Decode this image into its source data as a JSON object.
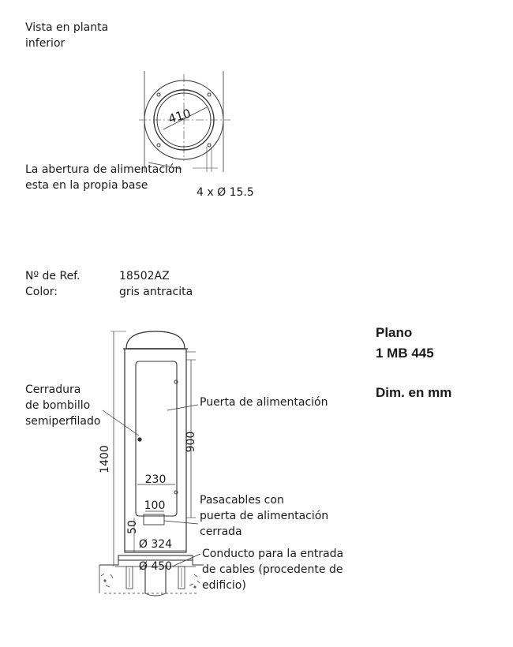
{
  "top_view": {
    "title_line1": "Vista en planta",
    "title_line2": "inferior",
    "diameter_label": "410",
    "note_line1": "La abertura de alimentación",
    "note_line2": "esta en la propia base",
    "holes_label": "4 x Ø 15.5"
  },
  "reference": {
    "ref_label": "Nº de Ref.",
    "ref_value": "18502AZ",
    "color_label": "Color:",
    "color_value": "gris antracita"
  },
  "plan": {
    "line1": "Plano",
    "line2": "1 MB 445",
    "line3": "Dim. en mm"
  },
  "elevation": {
    "lock_line1": "Cerradura",
    "lock_line2": "de bombillo",
    "lock_line3": "semiperfilado",
    "door_label": "Puerta de alimentación",
    "gland_line1": "Pasacables con",
    "gland_line2": "puerta de alimentación",
    "gland_line3": "cerrada",
    "conduit_line1": "Conducto para la entrada",
    "conduit_line2": "de cables (procedente de",
    "conduit_line3": "edificio)",
    "dim_height": "1400",
    "dim_door": "900",
    "dim_230": "230",
    "dim_100": "100",
    "dim_50": "50",
    "dim_d324": "Ø 324",
    "dim_d450": "Ø 450"
  }
}
